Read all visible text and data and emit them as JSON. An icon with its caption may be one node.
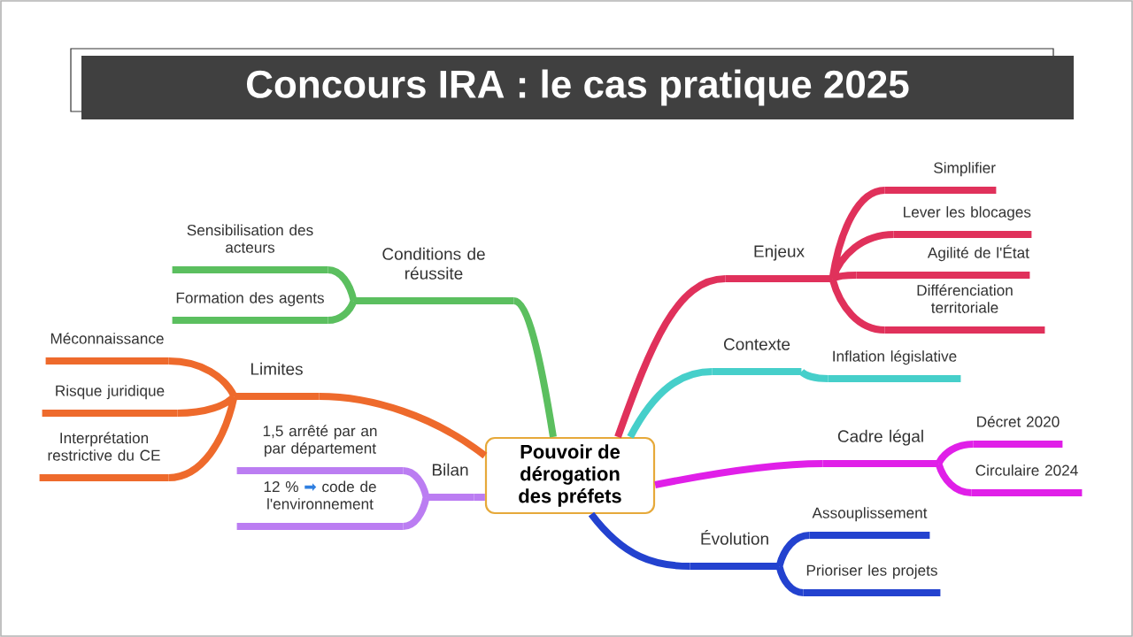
{
  "diagram": {
    "title": "Concours IRA : le cas pratique 2025",
    "nodes": [
      {
        "text": [
          "Pouvoir de dérogation des préfets"
        ]
      },
      {
        "text": [
          "Conditions de réussite"
        ]
      },
      {
        "text": [
          "Sensibilisation des acteurs"
        ]
      },
      {
        "text": [
          "Formation des agents"
        ]
      },
      {
        "text": [
          "Limites"
        ]
      },
      {
        "text": [
          "Méconnaissance"
        ]
      },
      {
        "text": [
          "Risque juridique"
        ]
      },
      {
        "text": [
          "Interprétation restrictive du CE"
        ]
      },
      {
        "text": [
          "Bilan"
        ]
      },
      {
        "text": [
          "1,5 arrêté par an par département"
        ]
      },
      {
        "text": [
          "12 % ➡ code de l'environnement"
        ]
      },
      {
        "text": [
          "Enjeux"
        ]
      },
      {
        "text": [
          "Simplifier"
        ]
      },
      {
        "text": [
          "Lever les blocages"
        ]
      },
      {
        "text": [
          "Agilité de l'État"
        ]
      },
      {
        "text": [
          "Différenciation territoriale"
        ]
      },
      {
        "text": [
          "Contexte"
        ]
      },
      {
        "text": [
          "Inflation législative"
        ]
      },
      {
        "text": [
          "Cadre légal"
        ]
      },
      {
        "text": [
          "Décret 2020"
        ]
      },
      {
        "text": [
          "Circulaire 2024"
        ]
      },
      {
        "text": [
          "Évolution"
        ]
      },
      {
        "text": [
          "Assouplissement"
        ]
      },
      {
        "text": [
          "Prioriser les projets"
        ]
      }
    ],
    "edges": [
      {
        "from": 0,
        "to": 1,
        "arrow": "none",
        "color": "#5bbf5f"
      },
      {
        "from": 1,
        "to": 2,
        "arrow": "none",
        "color": "#5bbf5f"
      },
      {
        "from": 1,
        "to": 3,
        "arrow": "none",
        "color": "#5bbf5f"
      },
      {
        "from": 0,
        "to": 4,
        "arrow": "none",
        "color": "#ee6a2c"
      },
      {
        "from": 4,
        "to": 5,
        "arrow": "none",
        "color": "#ee6a2c"
      },
      {
        "from": 4,
        "to": 6,
        "arrow": "none",
        "color": "#ee6a2c"
      },
      {
        "from": 4,
        "to": 7,
        "arrow": "none",
        "color": "#ee6a2c"
      },
      {
        "from": 0,
        "to": 8,
        "arrow": "none",
        "color": "#bb7df2"
      },
      {
        "from": 8,
        "to": 9,
        "arrow": "none",
        "color": "#bb7df2"
      },
      {
        "from": 8,
        "to": 10,
        "arrow": "none",
        "color": "#bb7df2"
      },
      {
        "from": 0,
        "to": 11,
        "arrow": "none",
        "color": "#e0315b"
      },
      {
        "from": 11,
        "to": 12,
        "arrow": "none",
        "color": "#e0315b"
      },
      {
        "from": 11,
        "to": 13,
        "arrow": "none",
        "color": "#e0315b"
      },
      {
        "from": 11,
        "to": 14,
        "arrow": "none",
        "color": "#e0315b"
      },
      {
        "from": 11,
        "to": 15,
        "arrow": "none",
        "color": "#e0315b"
      },
      {
        "from": 0,
        "to": 16,
        "arrow": "none",
        "color": "#46cfca"
      },
      {
        "from": 16,
        "to": 17,
        "arrow": "none",
        "color": "#46cfca"
      },
      {
        "from": 0,
        "to": 18,
        "arrow": "none",
        "color": "#e01fe8"
      },
      {
        "from": 18,
        "to": 19,
        "arrow": "none",
        "color": "#e01fe8"
      },
      {
        "from": 18,
        "to": 20,
        "arrow": "none",
        "color": "#e01fe8"
      },
      {
        "from": 0,
        "to": 21,
        "arrow": "none",
        "color": "#2342cf"
      },
      {
        "from": 21,
        "to": 22,
        "arrow": "none",
        "color": "#2342cf"
      },
      {
        "from": 21,
        "to": 23,
        "arrow": "none",
        "color": "#2342cf"
      }
    ]
  }
}
